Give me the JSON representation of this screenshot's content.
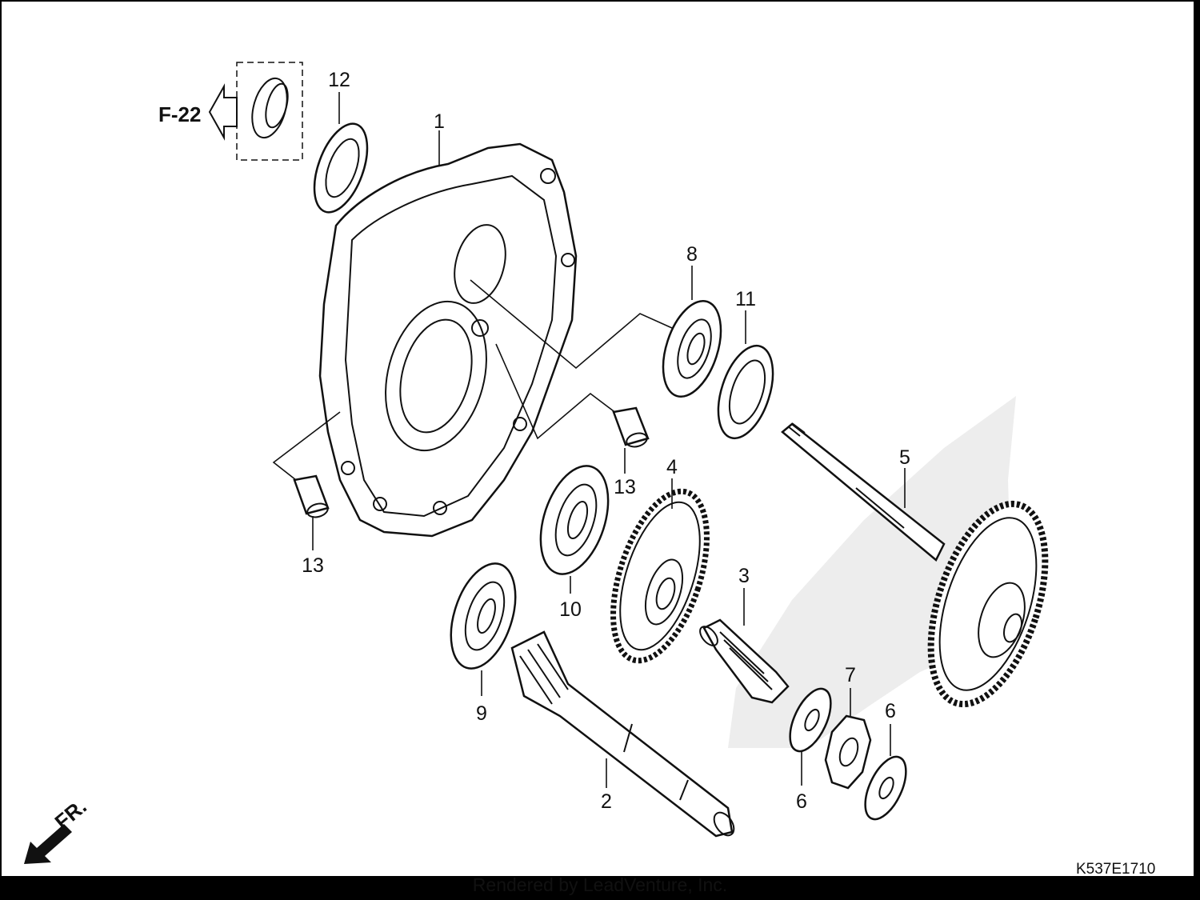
{
  "diagram": {
    "reference_label": "F-22",
    "front_label": "FR.",
    "diagram_code": "K537E1710",
    "credit": "Rendered by LeadVenture, Inc.",
    "callouts": [
      {
        "id": "c1",
        "text": "1"
      },
      {
        "id": "c2",
        "text": "2"
      },
      {
        "id": "c3",
        "text": "3"
      },
      {
        "id": "c4",
        "text": "4"
      },
      {
        "id": "c5",
        "text": "5"
      },
      {
        "id": "c6a",
        "text": "6"
      },
      {
        "id": "c6b",
        "text": "6"
      },
      {
        "id": "c7",
        "text": "7"
      },
      {
        "id": "c8",
        "text": "8"
      },
      {
        "id": "c9",
        "text": "9"
      },
      {
        "id": "c10",
        "text": "10"
      },
      {
        "id": "c11",
        "text": "11"
      },
      {
        "id": "c12",
        "text": "12"
      },
      {
        "id": "c13a",
        "text": "13"
      },
      {
        "id": "c13b",
        "text": "13"
      }
    ]
  }
}
